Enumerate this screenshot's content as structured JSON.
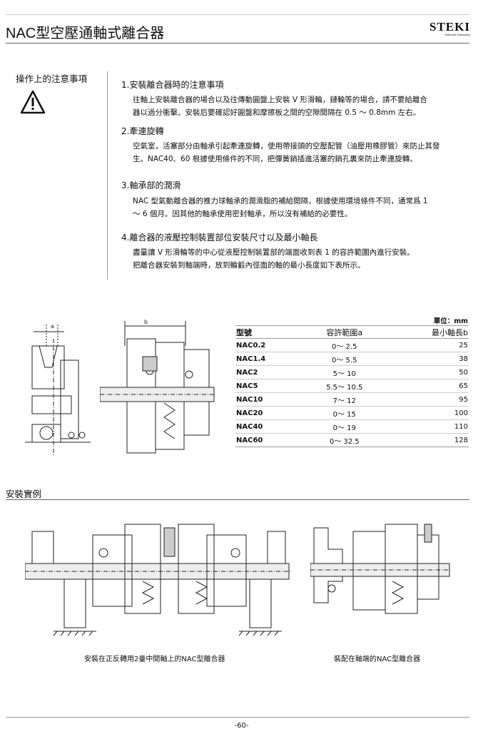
{
  "header": {
    "title": "NAC型空壓通軸式離合器",
    "logo": "STEKI",
    "logo_sub": "Industrial Automation"
  },
  "notes": {
    "label": "操作上的注意事項",
    "items": [
      {
        "title": "1.安裝離合器時的注意事項",
        "lines": [
          "往軸上安裝離合器的場合以及往傳動圓盤上安裝 V 形滑輪，鏈輪等的場合，請不要給離合",
          "器以過分衝擊。安裝后要確認好圓盤和摩擦板之間的空隙間隔在 0.5 ～ 0.8mm 左右。"
        ]
      },
      {
        "title": "2.牽連旋轉",
        "lines": [
          "空氣室，活塞部分由軸承引起牽連旋轉，使用帶接頭的空壓配管（油壓用橡膠管）來防止其發",
          "生。NAC40、60 根據使用條件的不同，把彈簧銷插進活塞的銷孔裏來防止牽連旋轉。"
        ]
      },
      {
        "title": "3.軸承部的潤滑",
        "lines": [
          "NAC 型氣動離合器的推力球軸承的潤滑脂的補給間隔，根據使用環境條件不同，通常爲 1",
          "～ 6 個月。因其他的軸承使用密封軸承，所以沒有補給的必要性。"
        ]
      },
      {
        "title": "4.離合器的液壓控制裝置部位安裝尺寸以及最小軸長",
        "lines": [
          "盡量讓 V 形滑輪等的中心從液壓控制裝置部的端面收到表 1 的容許範圍內進行安裝。",
          "把離合器安裝到軸端時，放到輪轂內徑面的軸的最小長度如下表所示。"
        ]
      }
    ]
  },
  "diagram_labels": {
    "a": "a",
    "b": "b"
  },
  "table": {
    "unit": "單位：mm",
    "headers": [
      "型號",
      "容許範圍a",
      "最小軸長b"
    ],
    "rows": [
      [
        "NAC0.2",
        "0～ 2.5",
        "25"
      ],
      [
        "NAC1.4",
        "0～ 5.5",
        "38"
      ],
      [
        "NAC2",
        "5～ 10",
        "50"
      ],
      [
        "NAC5",
        "5.5～ 10.5",
        "65"
      ],
      [
        "NAC10",
        "7～ 12",
        "95"
      ],
      [
        "NAC20",
        "0～ 15",
        "100"
      ],
      [
        "NAC40",
        "0～ 19",
        "110"
      ],
      [
        "NAC60",
        "0～ 32.5",
        "128"
      ]
    ]
  },
  "examples": {
    "title": "安裝實例",
    "caption_left": "安裝在正反轉用2臺中間軸上的NAC型離合器",
    "caption_right": "裝配在軸端的NAC型離合器"
  },
  "footer": {
    "page": "-60-"
  }
}
